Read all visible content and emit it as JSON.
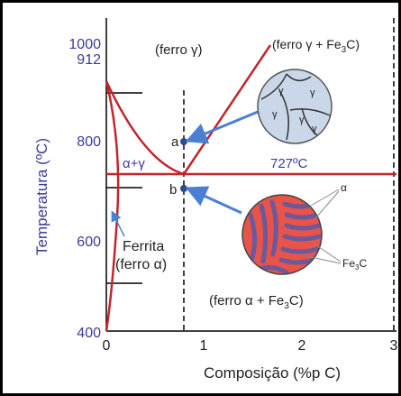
{
  "diagram": {
    "y_axis_label": "Temperatura (ºC)",
    "x_axis_label": "Composição (%p C)",
    "y_ticks": [
      "1000",
      "912",
      "800",
      "600",
      "400"
    ],
    "x_ticks": [
      "0",
      "1",
      "2",
      "3"
    ],
    "regions": {
      "gamma": "(ferro γ)",
      "gamma_cementite": "(ferro γ + Fe",
      "alpha_gamma": "α+γ",
      "ferrite_line1": "Ferrita",
      "ferrite_line2": "(ferro α)",
      "alpha_cementite": "(ferro α + Fe"
    },
    "subscript_3": "3",
    "close_paren": ")",
    "eutectoid_temp": "727ºC",
    "point_a": "a",
    "point_b": "b",
    "micro_gamma_grain": "γ",
    "micro_alpha": "α",
    "micro_fe": "Fe",
    "micro_c": "C",
    "colors": {
      "phase_line": "#c0262d",
      "axis_text": "#3b3b98",
      "point": "#2e4a8f",
      "arrow": "#4a7fd4",
      "austenite_fill": "#c9d7e8",
      "pearlite_red": "#e8534a",
      "pearlite_blue": "#6a5a9c"
    }
  }
}
